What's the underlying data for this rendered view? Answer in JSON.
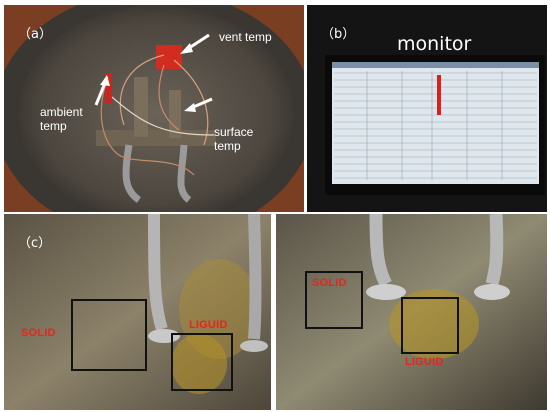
{
  "panels": {
    "a": {
      "label": "（a）",
      "annotations": {
        "vent": "vent temp",
        "ambient": "ambient\ntemp",
        "surface": "surface\ntemp"
      }
    },
    "b": {
      "label": "（b）",
      "title": "monitor"
    },
    "c": {
      "label": "（c）",
      "left_solid": "SOLID",
      "left_liquid": "LIGUID",
      "right_solid": "SOLID",
      "right_liquid": "LIGUID"
    }
  },
  "colors": {
    "label_red": "#e8241c",
    "annotation_white": "#ffffff"
  }
}
